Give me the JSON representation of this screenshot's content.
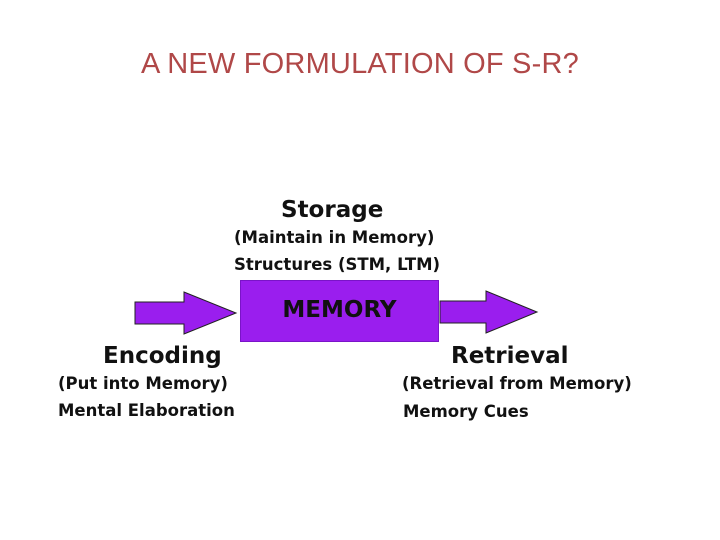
{
  "slide": {
    "title": "A NEW FORMULATION OF S-R?"
  },
  "diagram": {
    "center_box": {
      "label": "MEMORY",
      "fill": "#9a1eee"
    },
    "arrow_color": "#9a1eee",
    "storage": {
      "heading": "Storage",
      "detail": "(Maintain in Memory)",
      "example": "Structures (STM, LTM)"
    },
    "encoding": {
      "heading": "Encoding",
      "detail": "(Put into Memory)",
      "example": "Mental Elaboration"
    },
    "retrieval": {
      "heading": "Retrieval",
      "detail": "(Retrieval from Memory)",
      "example": "Memory Cues"
    }
  }
}
